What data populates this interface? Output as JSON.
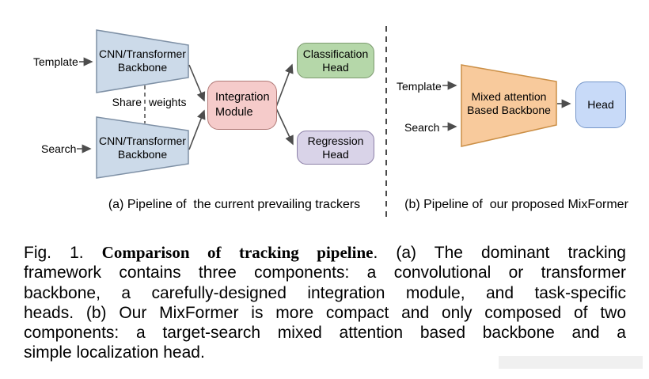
{
  "figure": {
    "panel_a": {
      "template_label": "Template",
      "search_label": "Search",
      "backbone_top_line1": "CNN/Transformer",
      "backbone_top_line2": "Backbone",
      "backbone_bottom_line1": "CNN/Transformer",
      "backbone_bottom_line2": "Backbone",
      "share_weights_left": "Share",
      "share_weights_right": "weights",
      "integration_line1": "Integration",
      "integration_line2": "Module",
      "classification_line1": "Classification",
      "classification_line2": "Head",
      "regression_line1": "Regression",
      "regression_line2": "Head",
      "subcaption": "(a) Pipeline of  the current prevailing trackers"
    },
    "panel_b": {
      "template_label": "Template",
      "search_label": "Search",
      "backbone_line1": "Mixed attention",
      "backbone_line2": "Based Backbone",
      "head_label": "Head",
      "subcaption": "(b) Pipeline of  our proposed MixFormer"
    },
    "colors": {
      "backbone_fill": "#ccdae9",
      "backbone_stroke": "#7e90a5",
      "integration_fill": "#f5cbca",
      "integration_stroke": "#b17a77",
      "classification_fill": "#b5d7a9",
      "classification_stroke": "#7d9b70",
      "regression_fill": "#d9d3e8",
      "regression_stroke": "#8d81a8",
      "mixformer_fill": "#f8ca9c",
      "mixformer_stroke": "#cb8f46",
      "head_fill": "#c8daf8",
      "head_stroke": "#7797c9",
      "arrow": "#4d4d4d",
      "divider": "#4a4a4a"
    }
  },
  "caption": {
    "line1_prefix": "Fig. 1. ",
    "line1_bold": "Comparison of tracking pipeline",
    "line1_rest": ". (a) The dominant tracking",
    "lines": [
      "framework contains three components: a convolutional or transformer",
      "backbone, a carefully-designed integration module, and task-specific",
      "heads. (b) Our MixFormer is more compact and only composed of two",
      "components: a target-search mixed attention based backbone and a",
      "simple localization head."
    ]
  }
}
